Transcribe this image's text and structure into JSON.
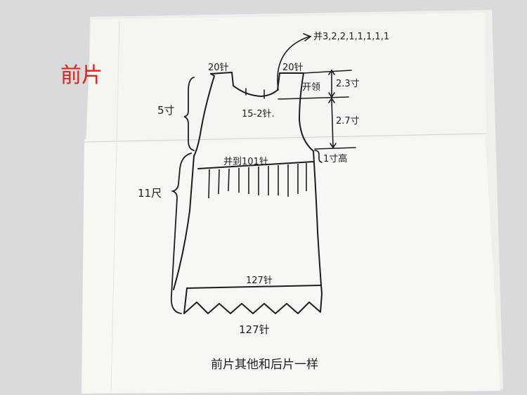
{
  "title": "前片",
  "caption": "前片其他和后片一样",
  "labels": {
    "shoulder_left": "20针",
    "shoulder_right": "20针",
    "neck_decrease": "并3,2,2,1,1,1,1,1",
    "neck_bottom": "15-2针.",
    "open_collar": "开领",
    "collar_depth": "2.3寸",
    "armhole_depth": "2.7寸",
    "underarm_height": "1寸高",
    "yoke_height": "5寸",
    "body_length": "11尺",
    "yoke_join": "并到101针",
    "hem_stitches": "127针",
    "bottom_stitches": "127针"
  },
  "colors": {
    "paper": "#f7f7f4",
    "ink": "#1d1d1d",
    "title": "#d8261c",
    "background": "#d9dadb"
  }
}
